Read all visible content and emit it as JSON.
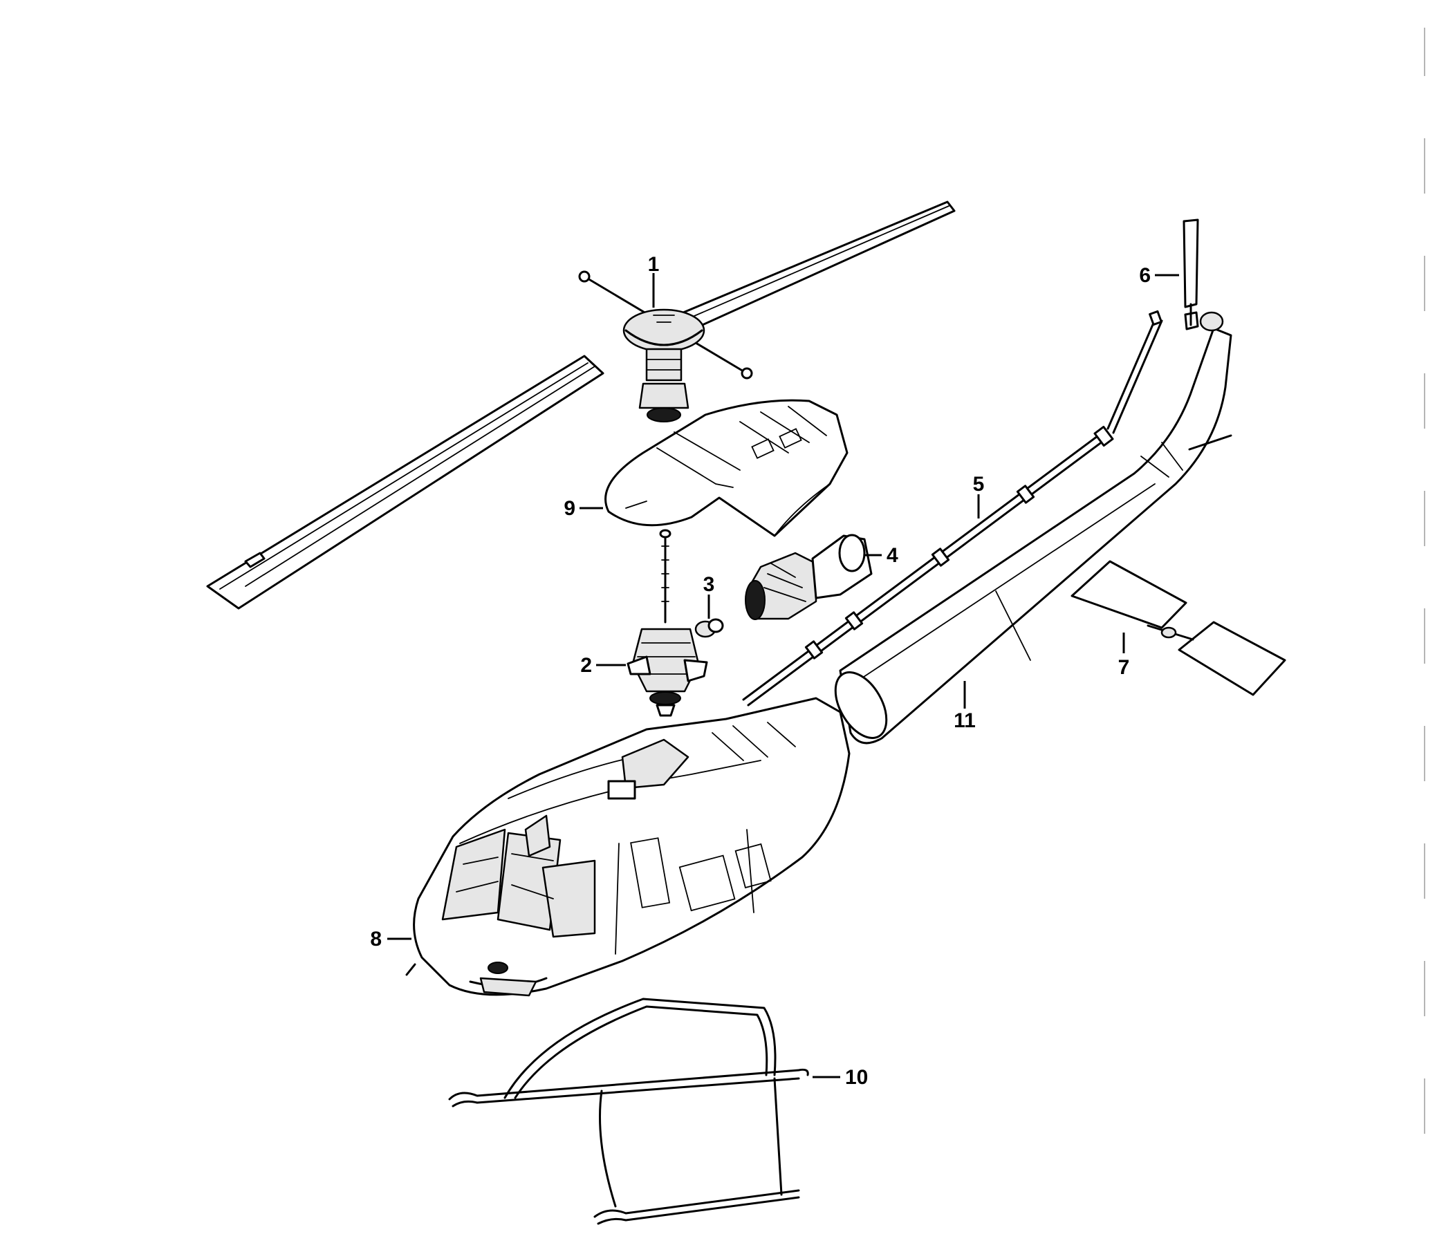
{
  "diagram": {
    "callouts": [
      {
        "id": "1",
        "label": "1",
        "part": "main-rotor"
      },
      {
        "id": "2",
        "label": "2",
        "part": "transmission"
      },
      {
        "id": "3",
        "label": "3",
        "part": "mount-fitting"
      },
      {
        "id": "4",
        "label": "4",
        "part": "engine"
      },
      {
        "id": "5",
        "label": "5",
        "part": "tail-rotor-driveshaft"
      },
      {
        "id": "6",
        "label": "6",
        "part": "tail-rotor"
      },
      {
        "id": "7",
        "label": "7",
        "part": "synchronized-elevator"
      },
      {
        "id": "8",
        "label": "8",
        "part": "fuselage"
      },
      {
        "id": "9",
        "label": "9",
        "part": "cowling"
      },
      {
        "id": "10",
        "label": "10",
        "part": "landing-gear"
      },
      {
        "id": "11",
        "label": "11",
        "part": "tail-boom"
      }
    ]
  },
  "colors": {
    "ink": "#000000",
    "paper": "#ffffff",
    "shade": "#e6e6e6"
  }
}
